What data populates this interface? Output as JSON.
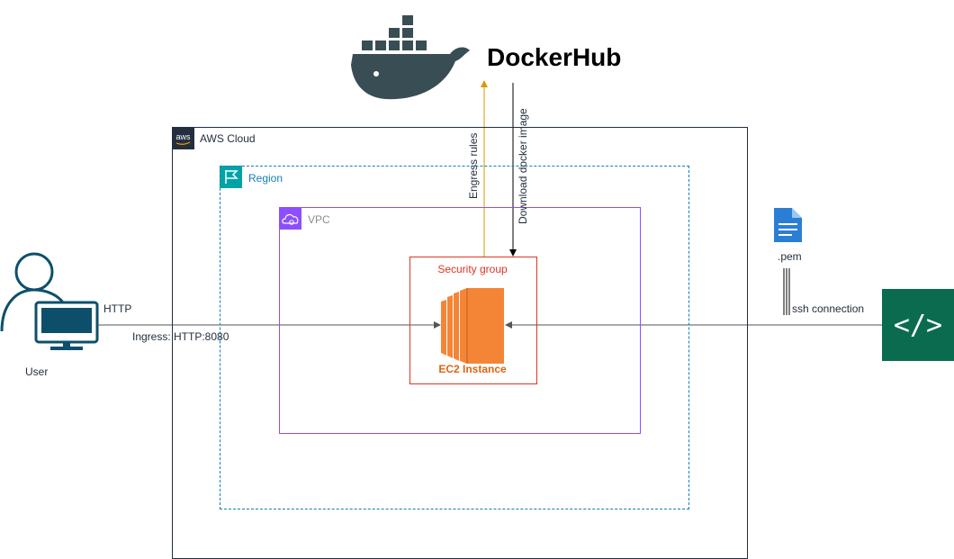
{
  "dockerhub": {
    "title": "DockerHub",
    "logo_icon": "docker-whale-icon"
  },
  "aws_cloud": {
    "label": "AWS Cloud",
    "icon": "aws-logo-icon"
  },
  "region": {
    "label": "Region",
    "icon": "region-flag-icon"
  },
  "vpc": {
    "label": "VPC",
    "icon": "vpc-cloud-icon"
  },
  "security_group": {
    "label": "Security group"
  },
  "ec2": {
    "label": "EC2 Instance",
    "icon": "ec2-instance-icon"
  },
  "user": {
    "label": "User",
    "icon": "user-computer-icon"
  },
  "pem": {
    "label": ".pem",
    "icon": "document-icon"
  },
  "terminal": {
    "glyph": "</>",
    "icon": "code-terminal-icon"
  },
  "arrows": {
    "engress_label": "Engress rules",
    "download_label": "Download docker image",
    "http_label": "HTTP",
    "ingress_label": "Ingress: HTTP:8080",
    "ssh_label": "ssh connection"
  },
  "colors": {
    "engress_arrow": "#d79b00",
    "docker_dark": "#394d54",
    "ec2_orange": "#f58536",
    "user_blue": "#0d4f6b",
    "doc_blue": "#2a7fd4"
  }
}
